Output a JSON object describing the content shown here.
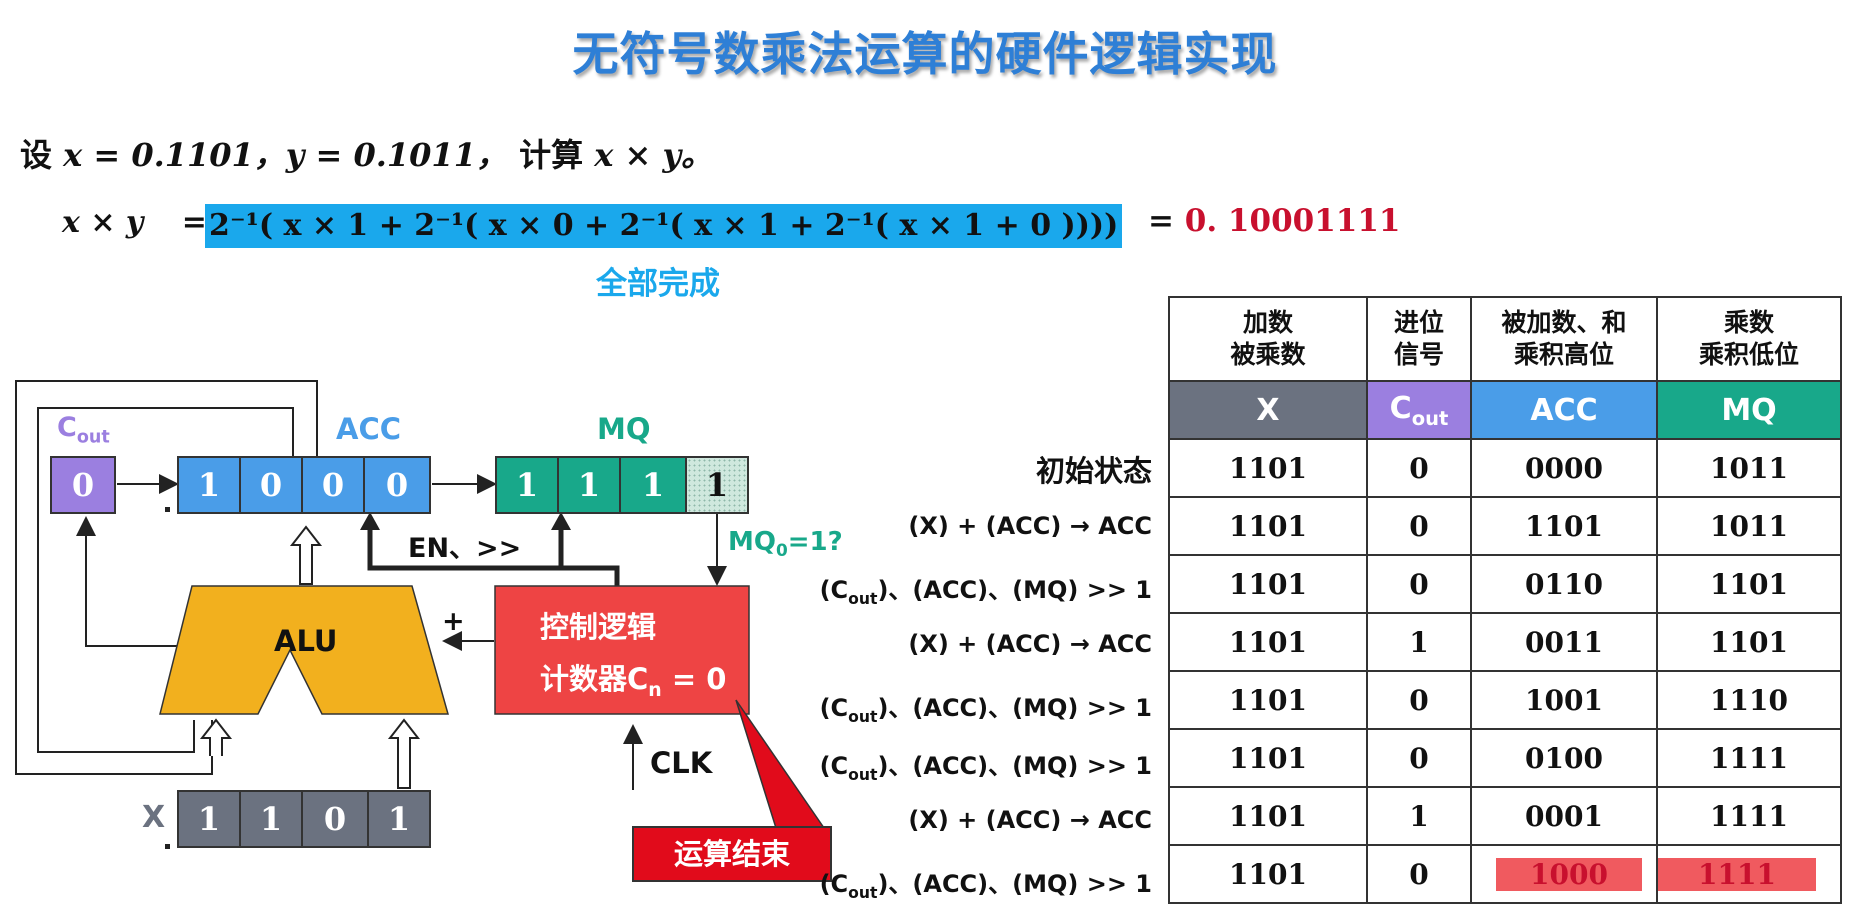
{
  "title": "无符号数乘法运算的硬件逻辑实现",
  "problem": {
    "prefix": "设",
    "x_def": "x = 0.1101，y = 0.1011，",
    "mid": "计算",
    "expr": "x × y。"
  },
  "equation": {
    "lhs": "x × y",
    "eq": "=",
    "highlighted": "2⁻¹( x × 1 + 2⁻¹( x × 0 + 2⁻¹( x × 1 + 2⁻¹( x × 1 + 0 ))))",
    "rhs_eq": "=",
    "result": "0. 10001111"
  },
  "done_label": "全部完成",
  "colors": {
    "title": "#2e7fd6",
    "highlight": "#1aa8ec",
    "cout": "#9b7fe0",
    "acc": "#4a9de8",
    "mq": "#18a88a",
    "x": "#6b7280",
    "alu": "#f2b01e",
    "control": "#ee4444",
    "end": "#e10b1b",
    "result_red": "#c8102e"
  },
  "diagram": {
    "cout_label": "C",
    "cout_sub": "out",
    "cout_value": "0",
    "acc_label": "ACC",
    "acc_bits": [
      "1",
      "0",
      "0",
      "0"
    ],
    "mq_label": "MQ",
    "mq_bits": [
      "1",
      "1",
      "1",
      "1"
    ],
    "x_label": "X",
    "x_bits": [
      "1",
      "1",
      "0",
      "1"
    ],
    "alu_label": "ALU",
    "en_label": "EN、>>",
    "mq0_label": "MQ",
    "mq0_sub": "0",
    "mq0_rest": "=1?",
    "plus_label": "+",
    "control_line1": "控制逻辑",
    "control_line2": "计数器C",
    "control_sub": "n",
    "control_rest": " = 0",
    "clk_label": "CLK",
    "end_label": "运算结束"
  },
  "table": {
    "headers": [
      [
        "加数",
        "被乘数"
      ],
      [
        "进位",
        "信号"
      ],
      [
        "被加数、和",
        "乘积高位"
      ],
      [
        "乘数",
        "乘积低位"
      ]
    ],
    "registers": [
      "X",
      "C",
      "ACC",
      "MQ"
    ],
    "register_c_sub": "out",
    "rows": [
      {
        "label": "初始状态",
        "x": "1101",
        "cout": "0",
        "acc": "0000",
        "mq": "1011"
      },
      {
        "label": "(X) + (ACC) → ACC",
        "x": "1101",
        "cout": "0",
        "acc": "1101",
        "mq": "1011"
      },
      {
        "label": "(C_out)、(ACC)、(MQ) >> 1",
        "x": "1101",
        "cout": "0",
        "acc": "0110",
        "mq": "1101"
      },
      {
        "label": "(X) + (ACC) → ACC",
        "x": "1101",
        "cout": "1",
        "acc": "0011",
        "mq": "1101"
      },
      {
        "label": "(C_out)、(ACC)、(MQ) >> 1",
        "x": "1101",
        "cout": "0",
        "acc": "1001",
        "mq": "1110"
      },
      {
        "label": "(C_out)、(ACC)、(MQ) >> 1",
        "x": "1101",
        "cout": "0",
        "acc": "0100",
        "mq": "1111"
      },
      {
        "label": "(X) + (ACC) → ACC",
        "x": "1101",
        "cout": "1",
        "acc": "0001",
        "mq": "1111"
      },
      {
        "label": "(C_out)、(ACC)、(MQ) >> 1",
        "x": "1101",
        "cout": "0",
        "acc": "1000",
        "mq": "1111"
      }
    ]
  }
}
